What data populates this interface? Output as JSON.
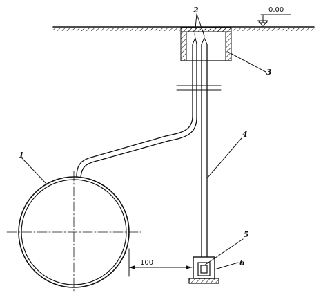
{
  "elevation": {
    "value": "0.00"
  },
  "callouts": {
    "c1": "1",
    "c2": "2",
    "c3": "3",
    "c4": "4",
    "c5": "5",
    "c6": "6"
  },
  "dimension": {
    "value": "100"
  }
}
